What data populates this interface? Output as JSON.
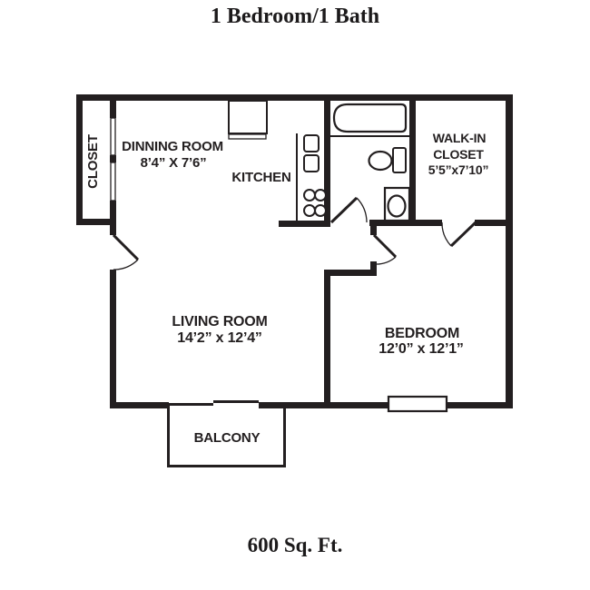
{
  "title": "1 Bedroom/1 Bath",
  "footer": {
    "area": "600 Sq. Ft."
  },
  "rooms": {
    "closet": {
      "label": "CLOSET"
    },
    "dining": {
      "label": "DINNING ROOM",
      "dimensions": "8’4” X 7’6”"
    },
    "kitchen": {
      "label": "KITCHEN"
    },
    "walk_in_closet": {
      "label_line1": "WALK-IN",
      "label_line2": "CLOSET",
      "dimensions": "5’5”x7’10”"
    },
    "living": {
      "label": "LIVING ROOM",
      "dimensions": "14’2” x 12’4”"
    },
    "bedroom": {
      "label": "BEDROOM",
      "dimensions": "12’0” x 12’1”"
    },
    "balcony": {
      "label": "BALCONY"
    }
  },
  "fixtures": {
    "bathroom": [
      "bathtub",
      "sink",
      "toilet"
    ],
    "kitchen": [
      "refrigerator",
      "counter",
      "double-sink",
      "stove-burners"
    ],
    "doors": [
      "entry-door",
      "closet-bifold-doors",
      "bathroom-door",
      "bedroom-door",
      "walk-in-closet-door",
      "sliding-glass-door"
    ],
    "windows": [
      "bedroom-window"
    ]
  },
  "colors": {
    "wall": "#231f20",
    "background": "#ffffff",
    "text": "#231f20"
  }
}
